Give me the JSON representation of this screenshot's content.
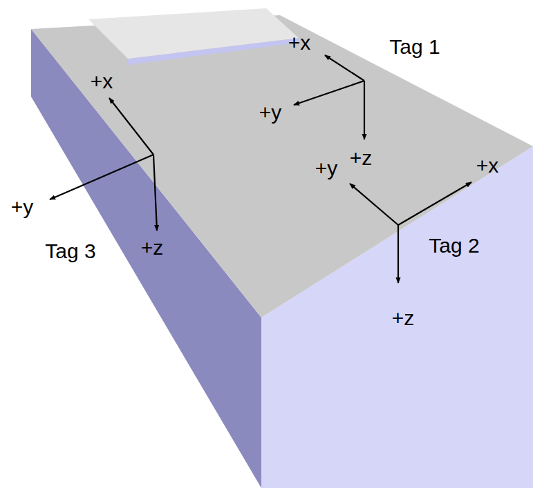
{
  "diagram": {
    "labels": [
      "+x",
      "Tag 1",
      "+y",
      "+z",
      "+y",
      "+x",
      "Tag 2",
      "+z",
      "+x",
      "+y",
      "Tag 3",
      "+z"
    ]
  }
}
